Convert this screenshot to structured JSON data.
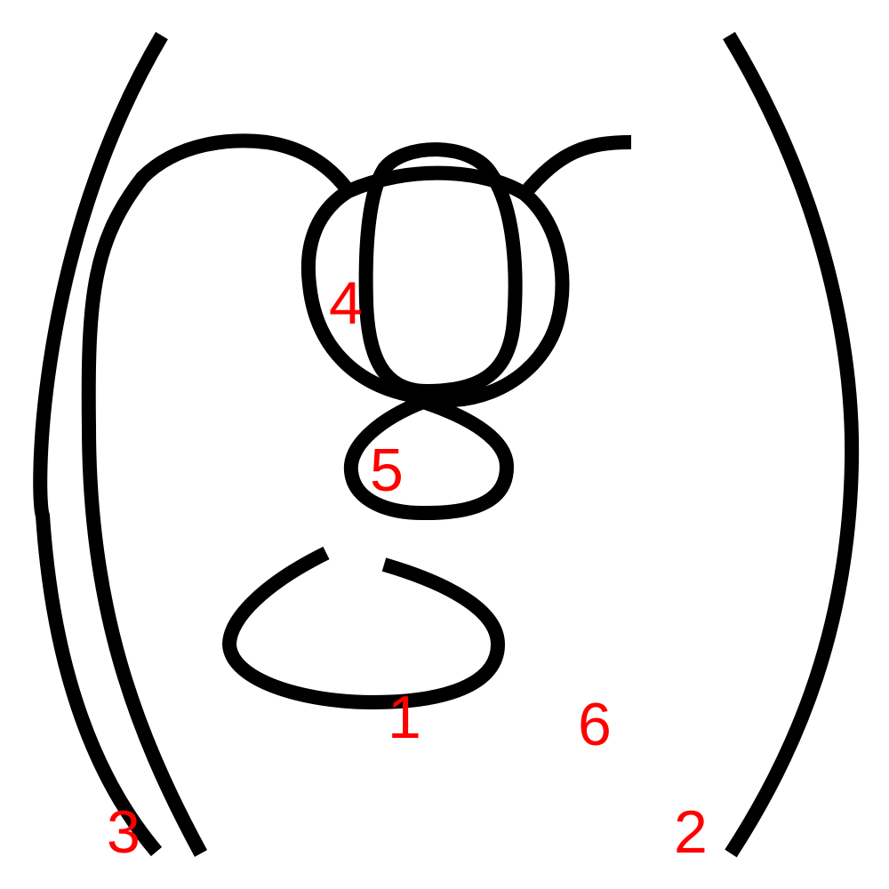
{
  "diagram": {
    "stroke_color": "#000000",
    "label_color": "#ff0000",
    "background": "#ffffff",
    "labels": {
      "l1": "1",
      "l2": "2",
      "l3": "3",
      "l4": "4",
      "l5": "5",
      "l6": "6"
    }
  }
}
